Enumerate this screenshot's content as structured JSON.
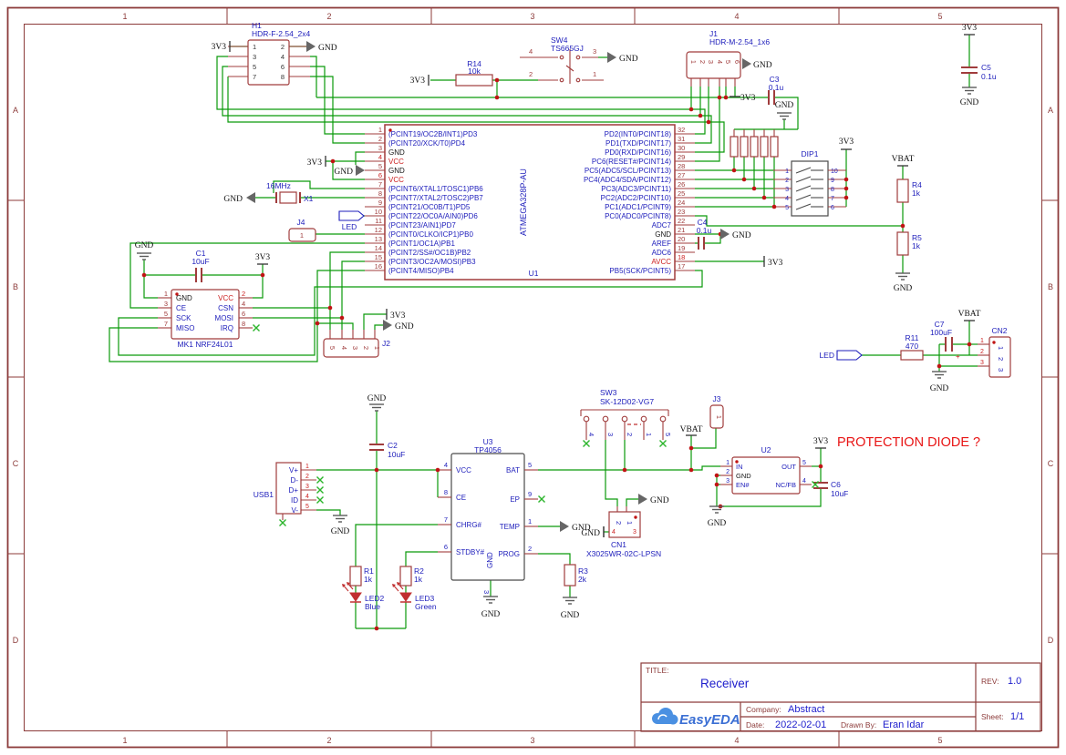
{
  "frame": {
    "cols": [
      "1",
      "2",
      "3",
      "4",
      "5"
    ],
    "rows": [
      "A",
      "B",
      "C",
      "D"
    ]
  },
  "title_block": {
    "title_label": "TITLE:",
    "title": "Receiver",
    "rev_label": "REV:",
    "rev": "1.0",
    "company_label": "Company:",
    "company": "Abstract",
    "sheet_label": "Sheet:",
    "sheet": "1/1",
    "date_label": "Date:",
    "date": "2022-02-01",
    "drawn_label": "Drawn By:",
    "drawn_by": "Eran Idar",
    "logo": "EasyEDA"
  },
  "note": "PROTECTION DIODE ?",
  "nets": {
    "v33": "3V3",
    "gnd": "GND",
    "vbat": "VBAT",
    "led": "LED"
  },
  "colors": {
    "wire": "#0a9a0a",
    "outline": "#a03c3c",
    "pin_name": "#1d1dbb",
    "power": "#cc2020",
    "note": "#e81414",
    "frame": "#8c3b3a"
  },
  "components": {
    "u1": {
      "ref": "U1",
      "value": "ATMEGA328P-AU",
      "left": [
        {
          "n": "1",
          "name": "(PCINT19/OC2B/INT1)PD3",
          "t": "sig"
        },
        {
          "n": "2",
          "name": "(PCINT20/XCK/T0)PD4",
          "t": "sig"
        },
        {
          "n": "3",
          "name": "GND",
          "t": "gnd"
        },
        {
          "n": "4",
          "name": "VCC",
          "t": "pwr"
        },
        {
          "n": "5",
          "name": "GND",
          "t": "gnd"
        },
        {
          "n": "6",
          "name": "VCC",
          "t": "pwr"
        },
        {
          "n": "7",
          "name": "(PCINT6/XTAL1/TOSC1)PB6",
          "t": "sig"
        },
        {
          "n": "8",
          "name": "(PCINT7/XTAL2/TOSC2)PB7",
          "t": "sig"
        },
        {
          "n": "9",
          "name": "(PCINT21/OC0B/T1)PD5",
          "t": "sig"
        },
        {
          "n": "10",
          "name": "(PCINT22/OC0A/AIN0)PD6",
          "t": "sig"
        },
        {
          "n": "11",
          "name": "(PCINT23/AIN1)PD7",
          "t": "sig"
        },
        {
          "n": "12",
          "name": "(PCINT0/CLKO/ICP1)PB0",
          "t": "sig"
        },
        {
          "n": "13",
          "name": "(PCINT1/OC1A)PB1",
          "t": "sig"
        },
        {
          "n": "14",
          "name": "(PCINT2/SS#/OC1B)PB2",
          "t": "sig"
        },
        {
          "n": "15",
          "name": "(PCINT3/OC2A/MOSI)PB3",
          "t": "sig"
        },
        {
          "n": "16",
          "name": "(PCINT4/MISO)PB4",
          "t": "sig"
        }
      ],
      "right": [
        {
          "n": "32",
          "name": "PD2(INT0/PCINT18)",
          "t": "sig"
        },
        {
          "n": "31",
          "name": "PD1(TXD/PCINT17)",
          "t": "sig"
        },
        {
          "n": "30",
          "name": "PD0(RXD/PCINT16)",
          "t": "sig"
        },
        {
          "n": "29",
          "name": "PC6(RESET#/PCINT14)",
          "t": "sig"
        },
        {
          "n": "28",
          "name": "PC5(ADC5/SCL/PCINT13)",
          "t": "sig"
        },
        {
          "n": "27",
          "name": "PC4(ADC4/SDA/PCINT12)",
          "t": "sig"
        },
        {
          "n": "26",
          "name": "PC3(ADC3/PCINT11)",
          "t": "sig"
        },
        {
          "n": "25",
          "name": "PC2(ADC2/PCINT10)",
          "t": "sig"
        },
        {
          "n": "24",
          "name": "PC1(ADC1/PCINT9)",
          "t": "sig"
        },
        {
          "n": "23",
          "name": "PC0(ADC0/PCINT8)",
          "t": "sig"
        },
        {
          "n": "22",
          "name": "ADC7",
          "t": "sig"
        },
        {
          "n": "21",
          "name": "GND",
          "t": "gnd"
        },
        {
          "n": "20",
          "name": "AREF",
          "t": "sig"
        },
        {
          "n": "19",
          "name": "ADC6",
          "t": "sig"
        },
        {
          "n": "18",
          "name": "AVCC",
          "t": "pwr"
        },
        {
          "n": "17",
          "name": "PB5(SCK/PCINT5)",
          "t": "sig"
        }
      ]
    },
    "h1": {
      "ref": "H1",
      "value": "HDR-F-2.54_2x4",
      "left_nums": [
        "1",
        "3",
        "5",
        "7"
      ],
      "right_nums": [
        "2",
        "4",
        "6",
        "8"
      ]
    },
    "r14": {
      "ref": "R14",
      "value": "10k"
    },
    "sw4": {
      "ref": "SW4",
      "value": "TS665GJ",
      "pins": [
        "4",
        "3",
        "2",
        "1"
      ]
    },
    "j1": {
      "ref": "J1",
      "value": "HDR-M-2.54_1x6",
      "pins": [
        "1",
        "2",
        "3",
        "4",
        "5",
        "6"
      ]
    },
    "c3": {
      "ref": "C3",
      "value": "0.1u"
    },
    "c4": {
      "ref": "C4",
      "value": "0.1u"
    },
    "c5": {
      "ref": "C5",
      "value": "0.1u"
    },
    "dip1": {
      "ref": "DIP1",
      "left": [
        "1",
        "2",
        "3",
        "4",
        "5"
      ],
      "right": [
        "10",
        "9",
        "8",
        "7",
        "6"
      ]
    },
    "r4": {
      "ref": "R4",
      "value": "1k"
    },
    "r5": {
      "ref": "R5",
      "value": "1k"
    },
    "x1": {
      "ref": "X1",
      "value": "16MHz"
    },
    "j4": {
      "ref": "J4",
      "pin": "1"
    },
    "c1": {
      "ref": "C1",
      "value": "10uF"
    },
    "mk1": {
      "ref": "MK1 NRF24L01",
      "left": [
        {
          "n": "1",
          "name": "GND",
          "t": "gnd"
        },
        {
          "n": "3",
          "name": "CE",
          "t": "sig"
        },
        {
          "n": "5",
          "name": "SCK",
          "t": "sig"
        },
        {
          "n": "7",
          "name": "MISO",
          "t": "sig"
        }
      ],
      "right": [
        {
          "n": "2",
          "name": "VCC",
          "t": "pwr"
        },
        {
          "n": "4",
          "name": "CSN",
          "t": "sig"
        },
        {
          "n": "6",
          "name": "MOSI",
          "t": "sig"
        },
        {
          "n": "8",
          "name": "IRQ",
          "t": "sig"
        }
      ]
    },
    "j2": {
      "ref": "J2",
      "pins": [
        "5",
        "4",
        "3",
        "2",
        "1"
      ]
    },
    "c2": {
      "ref": "C2",
      "value": "10uF"
    },
    "usb1": {
      "ref": "USB1",
      "pins": [
        {
          "n": "1",
          "name": "V+",
          "t": "sig"
        },
        {
          "n": "2",
          "name": "D-",
          "t": "sig"
        },
        {
          "n": "3",
          "name": "D+",
          "t": "sig"
        },
        {
          "n": "4",
          "name": "ID",
          "t": "sig"
        },
        {
          "n": "5",
          "name": "V-",
          "t": "sig"
        }
      ]
    },
    "u3": {
      "ref": "U3",
      "value": "TP4056",
      "left": [
        {
          "n": "4",
          "name": "VCC",
          "t": "sig"
        },
        {
          "n": "8",
          "name": "CE",
          "t": "sig"
        },
        {
          "n": "7",
          "name": "CHRG#",
          "t": "sig"
        },
        {
          "n": "6",
          "name": "STDBY#",
          "t": "sig"
        }
      ],
      "right": [
        {
          "n": "5",
          "name": "BAT",
          "t": "sig"
        },
        {
          "n": "9",
          "name": "EP",
          "t": "sig"
        },
        {
          "n": "1",
          "name": "TEMP",
          "t": "sig"
        },
        {
          "n": "2",
          "name": "PROG",
          "t": "sig"
        }
      ],
      "bottom": {
        "n": "3",
        "name": "GND"
      }
    },
    "r1": {
      "ref": "R1",
      "value": "1k"
    },
    "r2": {
      "ref": "R2",
      "value": "1k"
    },
    "r3": {
      "ref": "R3",
      "value": "2k"
    },
    "led2": {
      "ref": "LED2",
      "value": "Blue"
    },
    "led3": {
      "ref": "LED3",
      "value": "Green"
    },
    "sw3": {
      "ref": "SW3",
      "value": "SK-12D02-VG7",
      "pins": [
        "4",
        "3",
        "2",
        "1",
        "5"
      ]
    },
    "j3": {
      "ref": "J3",
      "pin": "1"
    },
    "cn1": {
      "ref": "CN1",
      "value": "X3025WR-02C-LPSN",
      "top": [
        "2",
        "1"
      ],
      "bottom": [
        "4",
        "3"
      ]
    },
    "u2": {
      "ref": "U2",
      "left": [
        {
          "n": "1",
          "name": "IN",
          "t": "sig"
        },
        {
          "n": "2",
          "name": "GND",
          "t": "gnd"
        },
        {
          "n": "3",
          "name": "EN#",
          "t": "sig"
        }
      ],
      "right": [
        {
          "n": "5",
          "name": "OUT",
          "t": "sig"
        },
        {
          "n": "4",
          "name": "NC/FB",
          "t": "sig"
        }
      ]
    },
    "c6": {
      "ref": "C6",
      "value": "10uF"
    },
    "r11": {
      "ref": "R11",
      "value": "470"
    },
    "c7": {
      "ref": "C7",
      "value": "100uF",
      "plus": "+"
    },
    "cn2": {
      "ref": "CN2",
      "pins": [
        "1",
        "2",
        "3"
      ]
    }
  }
}
